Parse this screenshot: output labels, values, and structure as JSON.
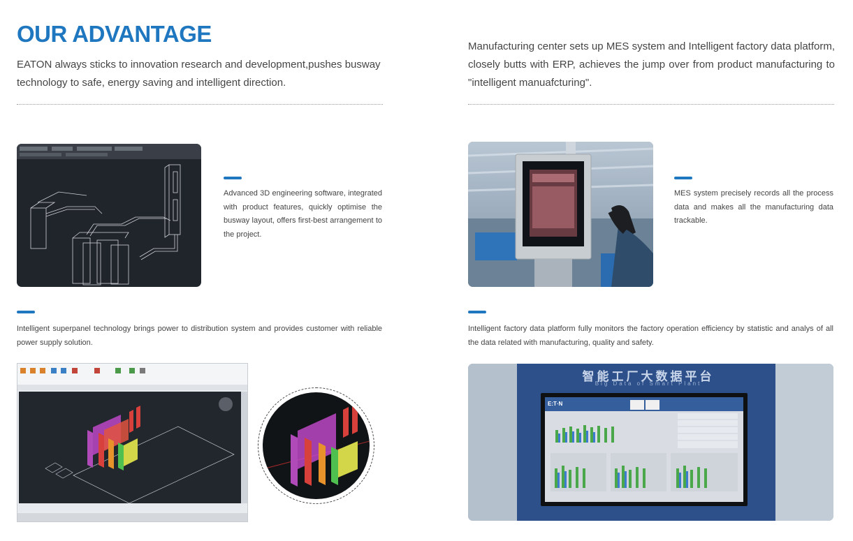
{
  "header": {
    "title": "OUR ADVANTAGE",
    "intro_left": "EATON always sticks to innovation research and development,pushes busway technology to safe, energy saving and intelligent direction.",
    "intro_right": "Manufacturing center sets up MES system and Intelligent factory data platform, closely butts with ERP, achieves the jump over from product manufacturing to \"intelligent manuafcturing\"."
  },
  "features": {
    "software_3d": "Advanced 3D engineering software, integrated with product features, quickly optimise the busway layout, offers first-best arrangement to the project.",
    "mes": "MES system precisely records all the process data and makes all the manufacturing data trackable.",
    "superpanel": "Intelligent superpanel technology brings power to distribution system and provides customer with reliable power supply solution.",
    "factory_platform": "Intelligent factory data platform fully monitors the factory operation efficiency by statistic and analys of all the data related with manufacturing, quality and safety."
  },
  "screen": {
    "banner_cn": "智能工厂大数据平台",
    "banner_en": "Big Data of Smart Plant",
    "brand": "E:T·N"
  },
  "colors": {
    "accent": "#1f77c0",
    "cad_background": "#20242b",
    "dashboard_background": "#2d4f8a"
  }
}
